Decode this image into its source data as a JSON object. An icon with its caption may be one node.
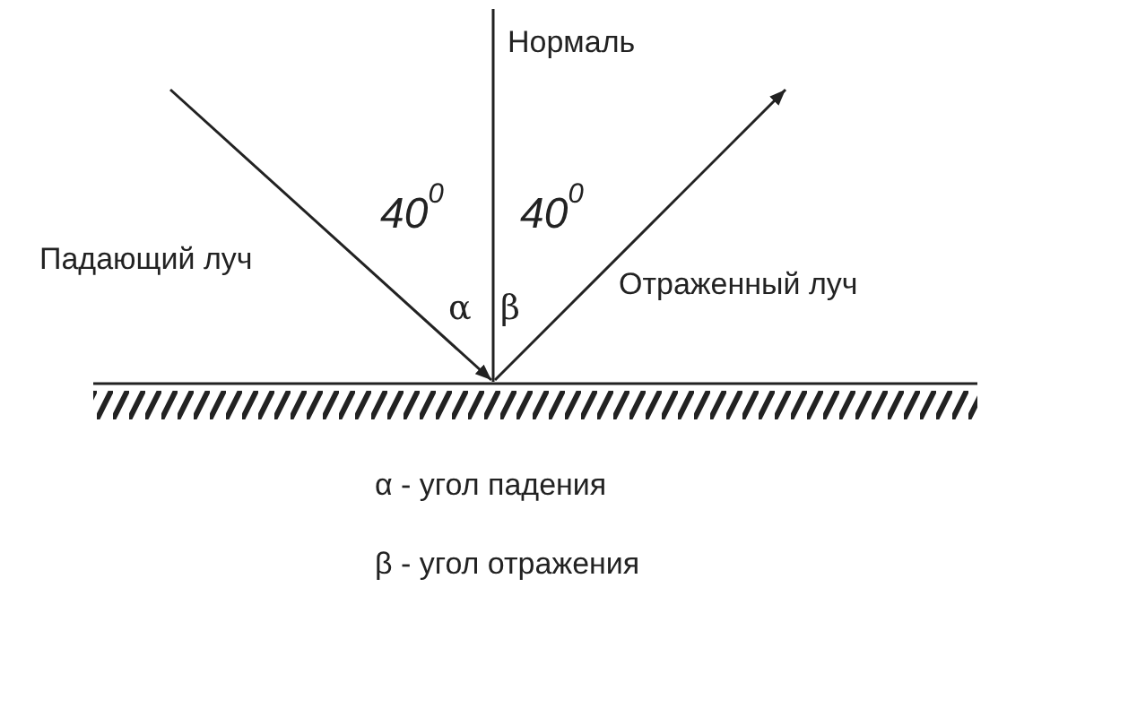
{
  "diagram": {
    "labels": [
      "Нормаль",
      "40$^{0}$",
      "40$^{0}$",
      "Падающий луч",
      "Отраженный луч",
      "α",
      "β",
      "α - угол падения",
      "β - угол отражения"
    ]
  }
}
